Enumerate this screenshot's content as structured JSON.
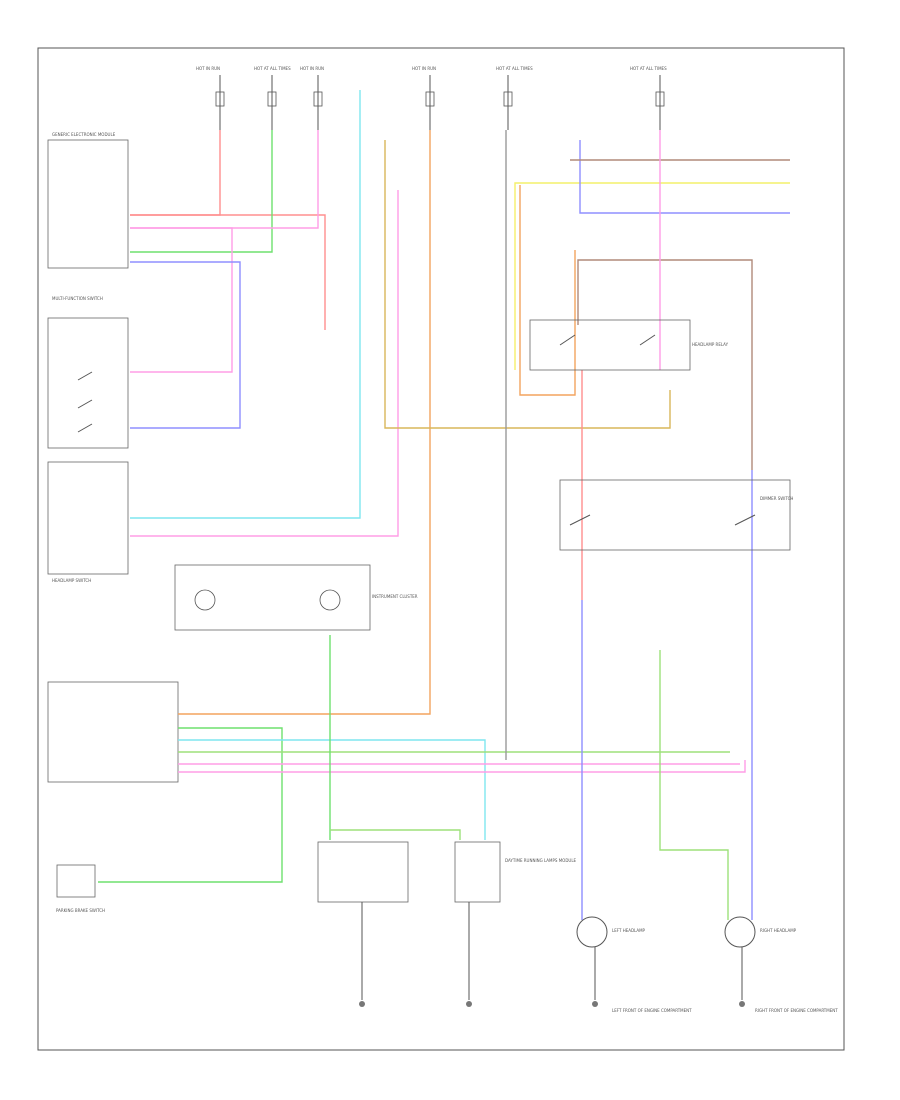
{
  "diagram": {
    "footer_code": "",
    "colors": {
      "red": "#ff8f8f",
      "pink": "#ff9de6",
      "green": "#6ee06e",
      "lightgreen": "#9de07a",
      "blue": "#8f8fff",
      "cyan": "#7fe6ef",
      "orange": "#f3a45f",
      "yellow": "#f4f06a",
      "brown": "#b08a7a",
      "tan": "#d9b75a",
      "black": "#555555"
    },
    "top_fuses": [
      {
        "id": "f1",
        "label": "HOT IN RUN"
      },
      {
        "id": "f2",
        "label": "HOT AT ALL TIMES"
      },
      {
        "id": "f3",
        "label": "HOT IN RUN"
      },
      {
        "id": "f4",
        "label": "HOT IN RUN"
      },
      {
        "id": "f5",
        "label": "HOT AT ALL TIMES"
      },
      {
        "id": "f6",
        "label": "HOT AT ALL TIMES"
      }
    ],
    "left_boxes": [
      {
        "id": "gem",
        "label": "GENERIC ELECTRONIC MODULE"
      },
      {
        "id": "mlps",
        "label": "MULTI-FUNCTION SWITCH"
      },
      {
        "id": "hl",
        "label": "HEADLAMP SWITCH"
      }
    ],
    "components": [
      {
        "id": "instr",
        "label": "INSTRUMENT CLUSTER"
      },
      {
        "id": "dimmer",
        "label": "DIMMER SWITCH"
      },
      {
        "id": "relay",
        "label": "HEADLAMP RELAY"
      },
      {
        "id": "drl",
        "label": "DAYTIME RUNNING LAMPS MODULE"
      },
      {
        "id": "lh_lamp",
        "label": "LEFT HEADLAMP"
      },
      {
        "id": "rh_lamp",
        "label": "RIGHT HEADLAMP"
      },
      {
        "id": "park_brake",
        "label": "PARKING BRAKE SWITCH"
      },
      {
        "id": "lh_gnd",
        "label": "LEFT FRONT OF ENGINE COMPARTMENT"
      },
      {
        "id": "rh_gnd",
        "label": "RIGHT FRONT OF ENGINE COMPARTMENT"
      }
    ]
  }
}
